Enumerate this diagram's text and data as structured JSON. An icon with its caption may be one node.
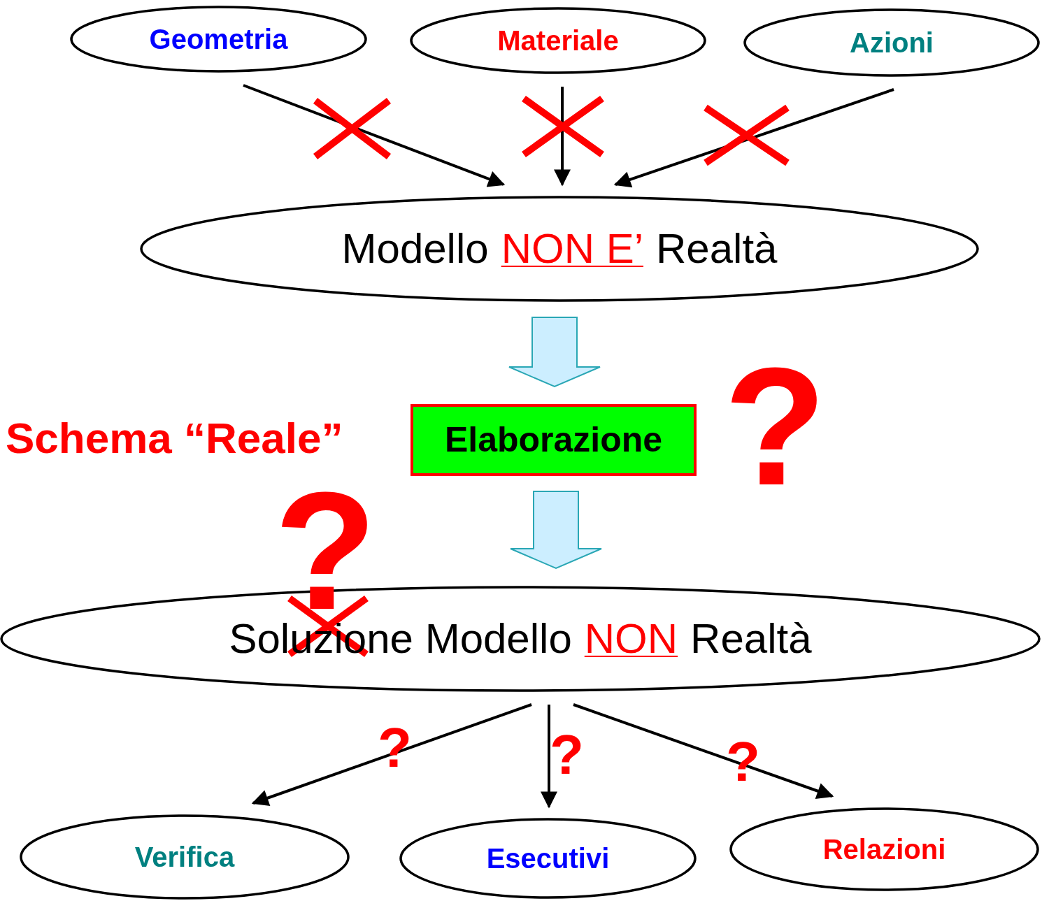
{
  "diagram": {
    "nodes": [
      {
        "text": [
          "Geometria"
        ]
      },
      {
        "text": [
          "Materiale"
        ]
      },
      {
        "text": [
          "Azioni"
        ]
      },
      {
        "text": [
          "Modello",
          "NON E’",
          "Realtà"
        ]
      },
      {
        "text": [
          "Elaborazione"
        ]
      },
      {
        "text": [
          "Soluzione Modello",
          "NON",
          "Realtà"
        ]
      },
      {
        "text": [
          "Verifica"
        ]
      },
      {
        "text": [
          "Esecutivi"
        ]
      },
      {
        "text": [
          "Relazioni"
        ]
      }
    ],
    "edges": [
      {
        "from": 0,
        "to": 3,
        "arrow": "to"
      },
      {
        "from": 1,
        "to": 3,
        "arrow": "to"
      },
      {
        "from": 2,
        "to": 3,
        "arrow": "to"
      },
      {
        "from": 3,
        "to": 4,
        "arrow": "to",
        "style": "thick",
        "color": "#cceeff"
      },
      {
        "from": 4,
        "to": 5,
        "arrow": "to",
        "style": "thick",
        "color": "#cceeff"
      },
      {
        "from": 5,
        "to": 6,
        "arrow": "to"
      },
      {
        "from": 5,
        "to": 7,
        "arrow": "to"
      },
      {
        "from": 5,
        "to": 8,
        "arrow": "to"
      }
    ],
    "labels": [
      "Schema “Reale”",
      "?",
      "?",
      "?",
      "?",
      "?"
    ]
  }
}
